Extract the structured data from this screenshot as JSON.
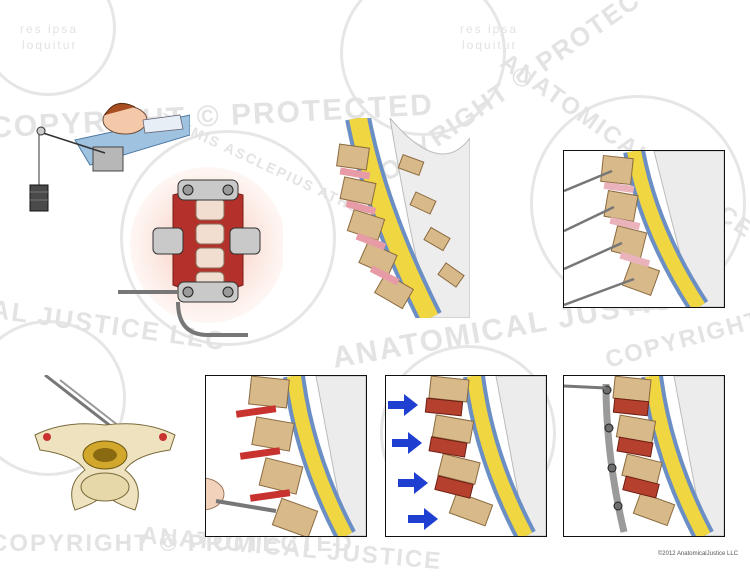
{
  "watermark": {
    "seal_motto_top": "res ipsa",
    "seal_motto_bottom": "loquitur",
    "seal_motto_top_2": "res ipsa",
    "seal_motto_bottom_2": "loquitur",
    "line_1": "COPYRIGHT © PROTECTED",
    "line_2": "ANATOMICAL JUSTICE LLC",
    "line_3": "THEMIS ASCLEPIUS ATHENA",
    "line_4": "COPYRIGHT © PROTECTED",
    "line_5": "ANATOMICAL JUSTICE",
    "line_6": "COPYRIGHT © PROTECTED",
    "line_7": "AL JUSTICE LLC",
    "line_8": "COPYRIGHT © PROTECTED",
    "line_9": "ANATOMICAL JUSTICE"
  },
  "footer": {
    "copyright": "©2012 AnatomicalJustice LLC"
  },
  "colors": {
    "bone": "#d8b98a",
    "disc_red": "#c8322f",
    "cord_yellow": "#f0d640",
    "csf_blue": "#6b8fc4",
    "arrow_blue": "#1f3fd0"
  }
}
